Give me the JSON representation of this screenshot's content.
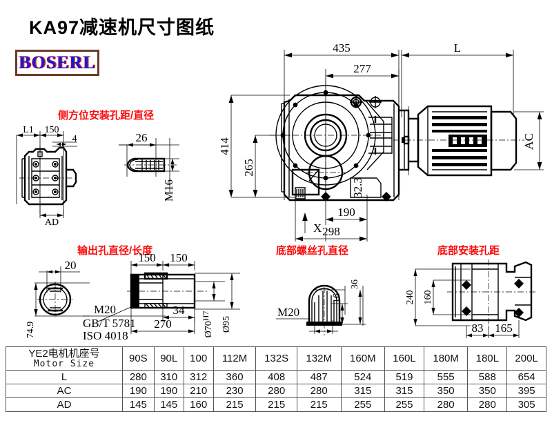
{
  "page": {
    "title": "KA97减速机尺寸图纸",
    "logo": "BOSERL",
    "logo_border_color": "#6b3a2a",
    "logo_text_color": "#1a1ad0",
    "logo_shadow_color": "#e02020",
    "caption_color": "#fb0a0a"
  },
  "captions": {
    "side_mounting": "侧方位安装孔距/直径",
    "output_bore": "输出孔直径/长度",
    "bottom_screw": "底部螺丝孔直径",
    "bottom_mounting": "底部安装孔距"
  },
  "main_view": {
    "dim_top_gearbox": "435",
    "dim_top_motor": "L",
    "dim_inner": "277",
    "dim_height_total": "414",
    "dim_height_center": "265",
    "dim_motor_height": "AC",
    "dim_offset": "32.3",
    "dim_bottom_hole": "190",
    "dim_bottom_total": "298",
    "dim_arrow_label": "X"
  },
  "side_view": {
    "dim_l1": "L1",
    "dim_150": "150",
    "dim_4": "4",
    "dim_ad": "AD"
  },
  "bolt_detail": {
    "dim_26": "26",
    "thread": "M16"
  },
  "output_shaft": {
    "dim_20": "20",
    "dim_74_9": "74.9",
    "thread": "M20",
    "std_1": "GB/T 5781",
    "std_2": "ISO 4018",
    "dim_150_a": "150",
    "dim_150_b": "150",
    "dim_34": "34",
    "dim_270": "270",
    "dia_bore": "Ø70",
    "dia_bore_sup": "H7",
    "dia_outer": "Ø95"
  },
  "bottom_screw_detail": {
    "thread": "M20",
    "dim_16": "16",
    "dim_36": "36"
  },
  "bottom_mount_view": {
    "dim_240": "240",
    "dim_160": "160",
    "dim_83": "83",
    "dim_165": "165"
  },
  "spec_table": {
    "corner_cn": "YE2电机机座号",
    "corner_en": "Motor Size",
    "columns": [
      "90S",
      "90L",
      "100",
      "112M",
      "132S",
      "132M",
      "160M",
      "160L",
      "180M",
      "180L",
      "200L"
    ],
    "rows": [
      {
        "label": "L",
        "values": [
          "280",
          "310",
          "312",
          "360",
          "408",
          "487",
          "524",
          "519",
          "555",
          "588",
          "654"
        ]
      },
      {
        "label": "AC",
        "values": [
          "190",
          "190",
          "210",
          "230",
          "280",
          "280",
          "315",
          "315",
          "350",
          "350",
          "395"
        ]
      },
      {
        "label": "AD",
        "values": [
          "145",
          "145",
          "160",
          "215",
          "215",
          "215",
          "255",
          "255",
          "280",
          "280",
          "305"
        ]
      }
    ]
  }
}
